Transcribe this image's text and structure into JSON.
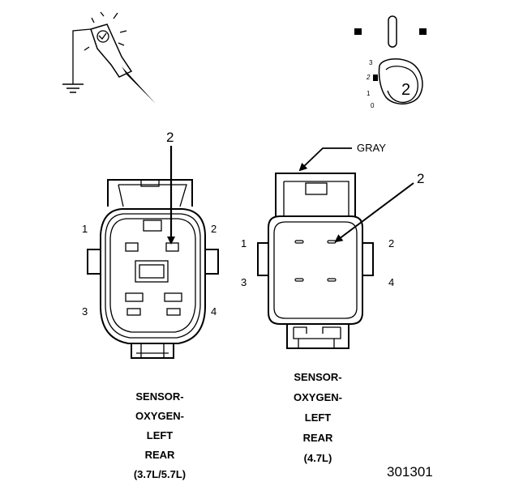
{
  "symbols": {
    "test_light_icon": "test-probe-icon",
    "ground_icon": "ground-icon",
    "ohmmeter_icon": "meter-selector-icon",
    "dial_marks": [
      "3",
      "2",
      "1",
      "0"
    ],
    "dial_value": "2"
  },
  "connector_left": {
    "pins": [
      "1",
      "2",
      "3",
      "4"
    ],
    "callout": "2",
    "caption": [
      "SENSOR-",
      "OXYGEN-",
      "LEFT",
      "REAR",
      "(3.7L/5.7L)"
    ]
  },
  "connector_right": {
    "pins": [
      "1",
      "2",
      "3",
      "4"
    ],
    "callout": "2",
    "color_label": "GRAY",
    "caption": [
      "SENSOR-",
      "OXYGEN-",
      "LEFT",
      "REAR",
      "(4.7L)"
    ]
  },
  "figure_id": "301301"
}
